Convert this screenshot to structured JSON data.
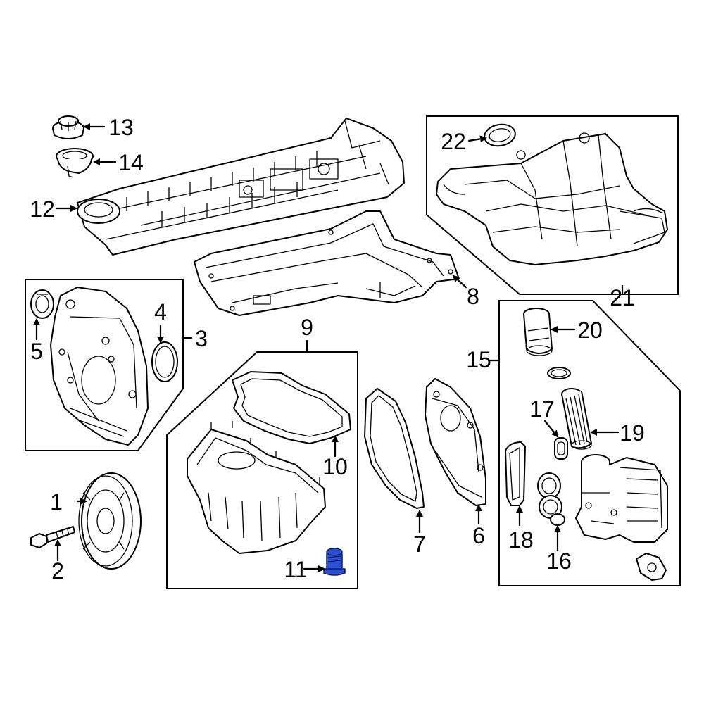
{
  "callouts": {
    "c1": "1",
    "c2": "2",
    "c3": "3",
    "c4": "4",
    "c5": "5",
    "c6": "6",
    "c7": "7",
    "c8": "8",
    "c9": "9",
    "c10": "10",
    "c11": "11",
    "c12": "12",
    "c13": "13",
    "c14": "14",
    "c15": "15",
    "c16": "16",
    "c17": "17",
    "c18": "18",
    "c19": "19",
    "c20": "20",
    "c21": "21",
    "c22": "22"
  },
  "highlight": {
    "part_number": "11",
    "color": "#2c4fd6"
  }
}
